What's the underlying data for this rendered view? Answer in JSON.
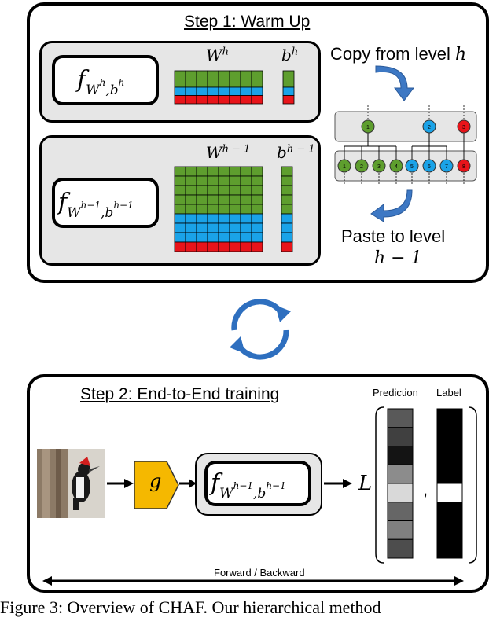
{
  "step1": {
    "title": "Step 1: Warm Up",
    "f_top": {
      "base": "f",
      "sub": "W",
      "sub_sup": "h",
      "sub_rest": ",b",
      "sub_rest_sup": "h"
    },
    "f_bottom": {
      "base": "f",
      "sub": "W",
      "sub_sup": "h−1",
      "sub_rest": ",b",
      "sub_rest_sup": "h−1"
    },
    "w_top": {
      "base": "W",
      "sup": "h"
    },
    "b_top": {
      "base": "b",
      "sup": "h"
    },
    "w_bottom": {
      "base": "W",
      "sup": "h − 1"
    },
    "b_bottom": {
      "base": "b",
      "sup": "h − 1"
    },
    "copy_label": "Copy from level",
    "copy_var": "h",
    "paste_label": "Paste to level",
    "paste_var": "h − 1",
    "tree_top_nodes": [
      "1",
      "2",
      "3"
    ],
    "tree_bottom_nodes": [
      "1",
      "2",
      "3",
      "4",
      "5",
      "6",
      "7",
      "8"
    ],
    "colors": {
      "green": "#5e9e2e",
      "blue": "#1aa3e8",
      "red": "#e8141a"
    }
  },
  "step2": {
    "title": "Step 2: End-to-End training",
    "g_label": "g",
    "f_model": {
      "base": "f",
      "sub": "W",
      "sub_sup": "h−1",
      "sub_rest": ",b",
      "sub_rest_sup": "h−1"
    },
    "loss_label": "L",
    "prediction_label": "Prediction",
    "label_label": "Label",
    "comma": ",",
    "forward_backward": "Forward / Backward",
    "prediction_values": [
      0.35,
      0.25,
      0.08,
      0.55,
      0.85,
      0.4,
      0.5,
      0.3
    ],
    "label_values": [
      0,
      0,
      0,
      0,
      1,
      0,
      0,
      0
    ],
    "g_color": "#f5b800"
  },
  "caption": "Figure 3: Overview of CHAF. Our hierarchical method"
}
